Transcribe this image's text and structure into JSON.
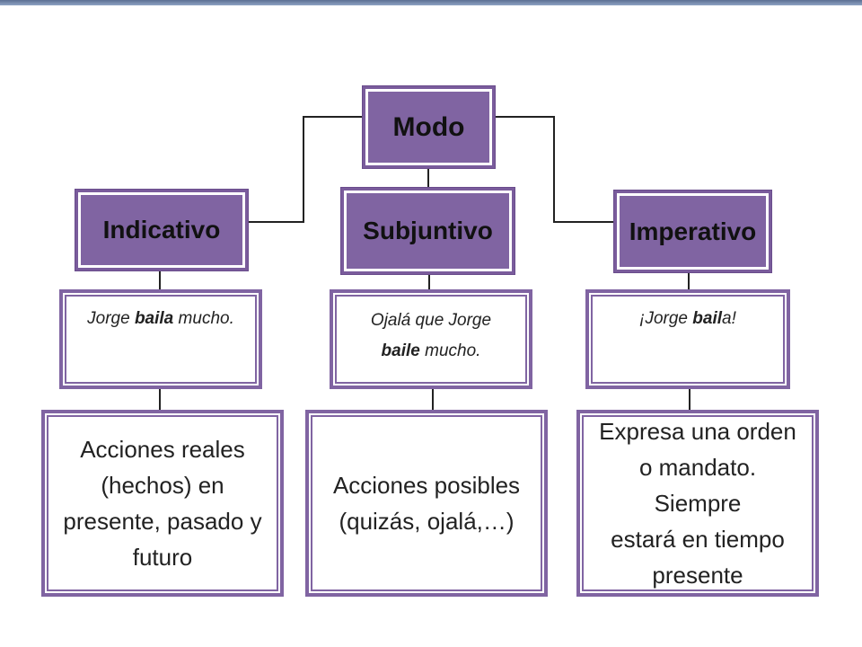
{
  "root": {
    "label": "Modo"
  },
  "moods": [
    {
      "label": "Indicativo",
      "example": {
        "before": "Jorge ",
        "bold": "baila",
        "after": " mucho."
      },
      "description": [
        "Acciones reales",
        "(hechos) en",
        "presente, pasado y",
        "futuro"
      ]
    },
    {
      "label": "Subjuntivo",
      "example": {
        "line1": "Ojalá que Jorge",
        "bold": "baile",
        "after": " mucho."
      },
      "description": [
        "Acciones posibles",
        "(quizás, ojalá,…)"
      ]
    },
    {
      "label": "Imperativo",
      "example": {
        "before": "¡Jorge ",
        "bold": "bail",
        "after": "a!"
      },
      "description": [
        "Expresa una orden",
        "o mandato. Siempre",
        "estará en tiempo",
        "presente"
      ]
    }
  ],
  "colors": {
    "box_fill": "#8064a2",
    "box_border": "#7a5c9c",
    "connector": "#222222",
    "topbar": "#6f83a8"
  }
}
